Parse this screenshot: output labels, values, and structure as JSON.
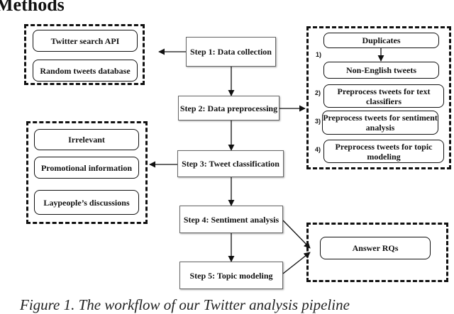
{
  "heading": "Methods",
  "steps": [
    "Step 1: Data collection",
    "Step 2: Data preprocessing",
    "Step 3: Tweet classification",
    "Step 4: Sentiment analysis",
    "Step 5: Topic modeling"
  ],
  "collection_sources": [
    "Twitter search API",
    "Random tweets database"
  ],
  "preprocessing": {
    "removals": [
      "Duplicates",
      "Non-English tweets"
    ],
    "numbers": [
      "1)",
      "2)",
      "3)",
      "4)"
    ],
    "items": [
      "Preprocess tweets for text classifiers",
      "Preprocess tweets for sentiment analysis",
      "Preprocess tweets for topic modeling"
    ]
  },
  "classification_categories": [
    "Irrelevant",
    "Promotional information",
    "Laypeople’s discussions"
  ],
  "output": "Answer RQs",
  "caption": "Figure 1.  The workflow of our Twitter analysis pipeline"
}
